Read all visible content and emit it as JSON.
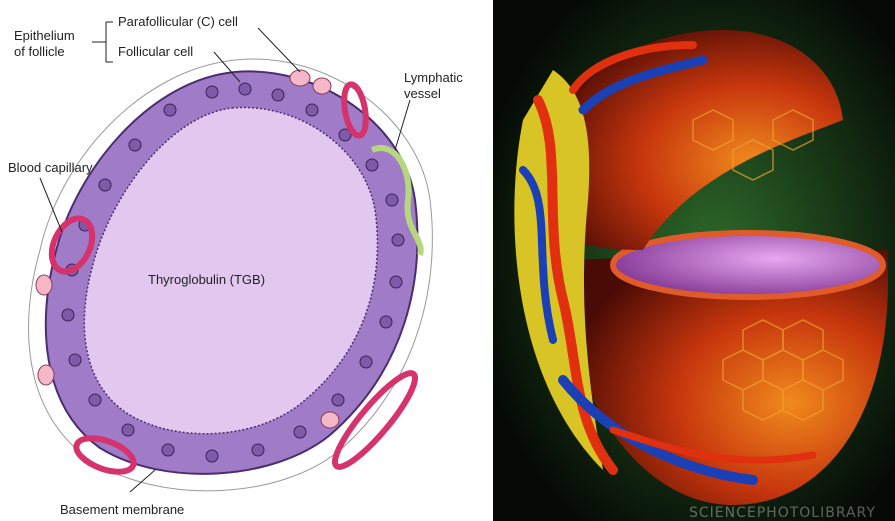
{
  "diagram": {
    "labels": {
      "epithelium_line1": "Epithelium",
      "epithelium_line2": "of follicle",
      "parafollicular": "Parafollicular (C) cell",
      "follicular": "Follicular cell",
      "lymphatic_line1": "Lymphatic",
      "lymphatic_line2": "vessel",
      "blood_capillary": "Blood capillary",
      "thyroglobulin": "Thyroglobulin (TGB)",
      "basement_membrane": "Basement membrane"
    },
    "colors": {
      "colloid": "#e2c8ef",
      "follicular_cell": "#a07cc8",
      "cell_border": "#4a2d6e",
      "capillary": "#d6336c",
      "parafollicular_cell": "#f4b8c8",
      "lymphatic": "#b7d77f"
    }
  },
  "illustration": {
    "watermark": "SCIENCEPHOTOLIBRARY",
    "colors": {
      "background": "#0a1a0a",
      "cells": "#d4450f",
      "vessels_red": "#e03010",
      "vessels_blue": "#1b3fb5",
      "colloid": "#c47ad6"
    }
  }
}
